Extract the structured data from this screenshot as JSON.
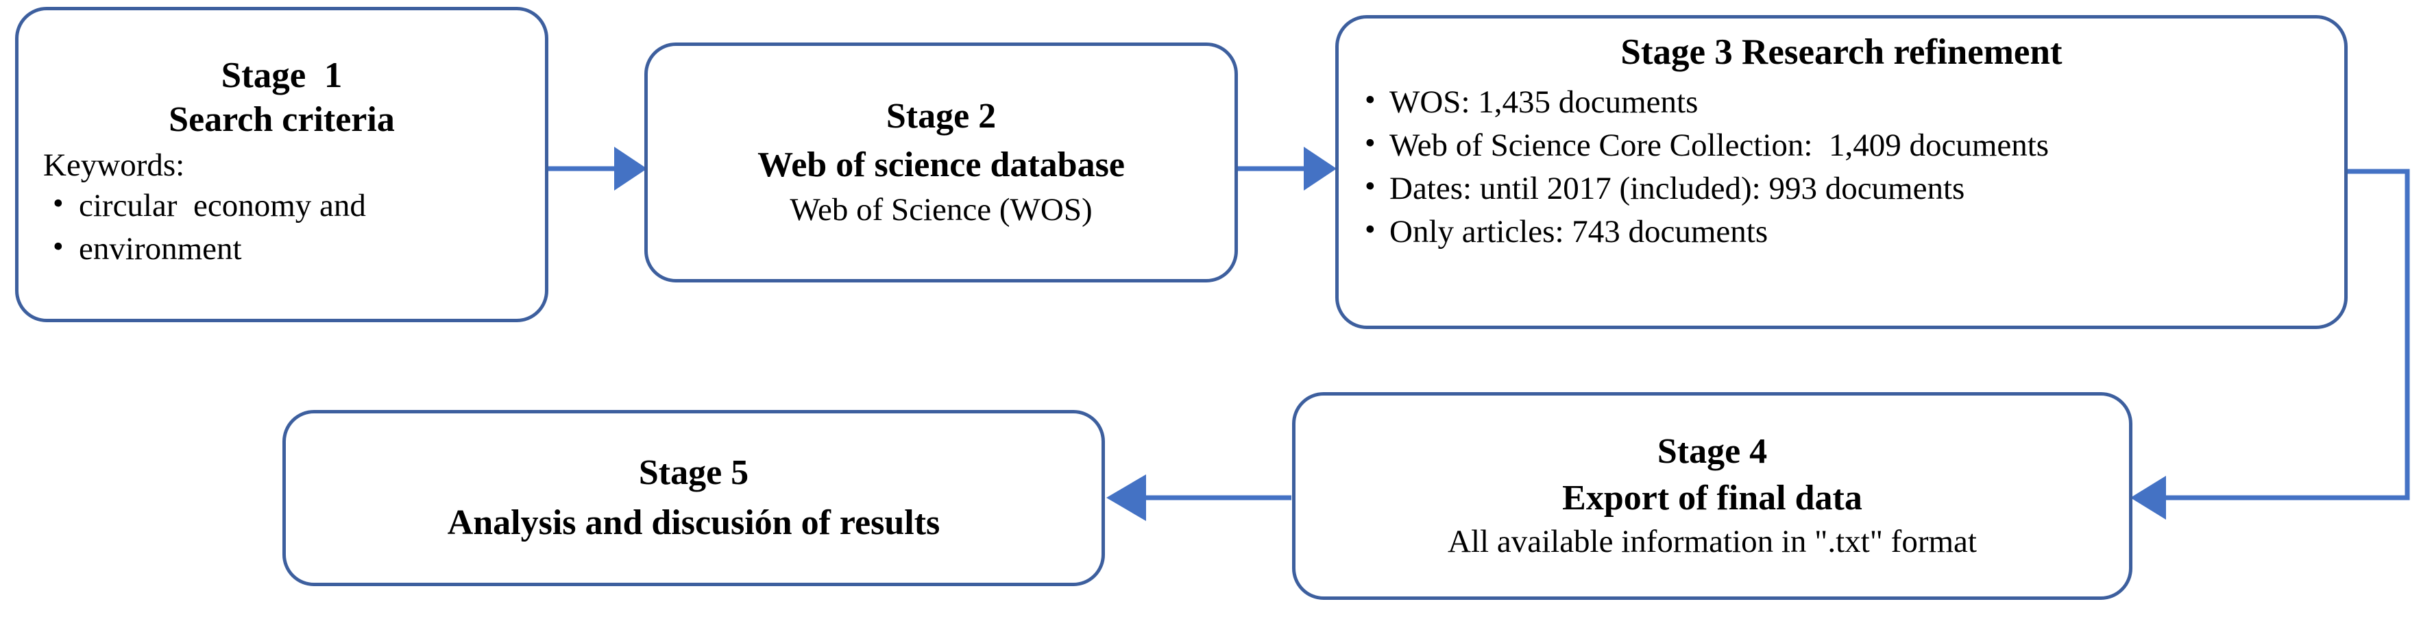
{
  "diagram": {
    "title": "Research methodology stage flowchart",
    "colors": {
      "box_border": "#3d5f9e",
      "box_fill": "#ffffff",
      "connector_line": "#4472c4",
      "arrow_fill": "#4472c4",
      "text": "#000000"
    },
    "stages": [
      {
        "id": "stage1",
        "title": "Stage  1",
        "subtitle": "Search criteria",
        "label": "Keywords:",
        "bullets": [
          "circular  economy and",
          "environment"
        ]
      },
      {
        "id": "stage2",
        "title": "Stage 2",
        "subtitle": "Web of science database",
        "plain": "Web of Science (WOS)"
      },
      {
        "id": "stage3",
        "title": "Stage 3 Research refinement",
        "bullets": [
          "WOS: 1,435 documents",
          "Web of Science Core Collection:  1,409 documents",
          "Dates: until 2017 (included): 993 documents",
          "Only articles: 743 documents"
        ]
      },
      {
        "id": "stage4",
        "title": "Stage 4",
        "subtitle": "Export of final data",
        "plain": "All available information in \".txt\" format"
      },
      {
        "id": "stage5",
        "title": "Stage 5",
        "subtitle": "Analysis and discusión of results"
      }
    ],
    "connectors": [
      {
        "id": "c1",
        "from": "stage1",
        "to": "stage2",
        "direction": "right",
        "style": "straight"
      },
      {
        "id": "c2",
        "from": "stage2",
        "to": "stage3",
        "direction": "right",
        "style": "straight"
      },
      {
        "id": "c3",
        "from": "stage3",
        "to": "stage4",
        "direction": "left",
        "style": "elbow"
      },
      {
        "id": "c4",
        "from": "stage4",
        "to": "stage5",
        "direction": "left",
        "style": "straight"
      }
    ]
  }
}
